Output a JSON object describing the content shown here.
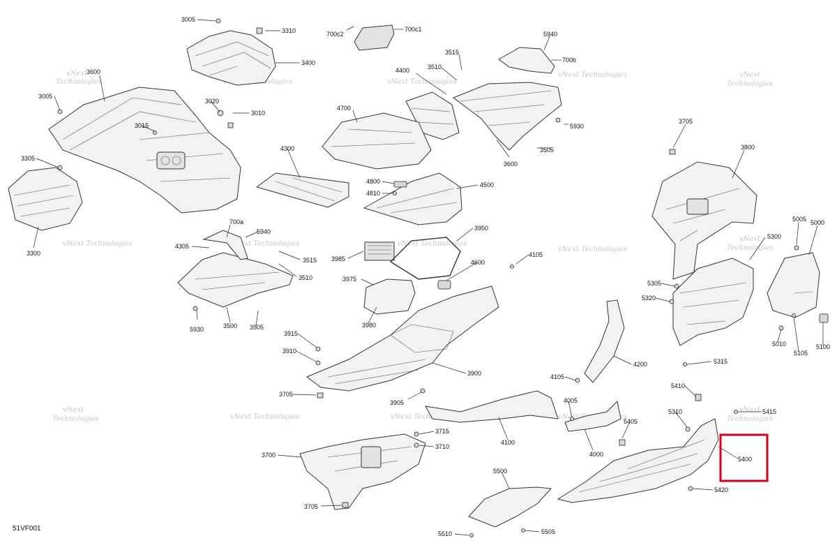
{
  "diagram_code": "51VF001",
  "watermark": {
    "line1": "vNext",
    "line2": "Technologies",
    "full": "vNext Technologies"
  },
  "highlight": {
    "target_label": "5400",
    "color": "#d0021b"
  },
  "labels": {
    "l3005a": "3005",
    "l3310": "3310",
    "l3400": "3400",
    "l3600t": "3600",
    "l3005b": "3005",
    "l3020": "3020",
    "l3010": "3010",
    "l3015": "3015",
    "l3305": "3305",
    "l3300": "3300",
    "l700c2": "700c2",
    "l700c1": "700c1",
    "l5940a": "5940",
    "l700b": "700b",
    "l3515a": "3515",
    "l4400": "4400",
    "l3510a": "3510",
    "l4700": "4700",
    "l5930a": "5930",
    "l3505a": "3505",
    "l3600": "3600",
    "l4300": "4300",
    "l4800": "4800",
    "l4810": "4810",
    "l4500": "4500",
    "l3705a": "3705",
    "l3800": "3800",
    "l700a": "700a",
    "l5940b": "5940",
    "l4305": "4305",
    "l3515b": "3515",
    "l3510b": "3510",
    "l5930b": "5930",
    "l3500": "3500",
    "l3505b": "3505",
    "l3985": "3985",
    "l3950": "3950",
    "l4105a": "4105",
    "l4600": "4600",
    "l3975": "3975",
    "l3980": "3980",
    "l5005": "5005",
    "l5000": "5000",
    "l5300": "5300",
    "l5305": "5305",
    "l5320": "5320",
    "l5010": "5010",
    "l5105": "5105",
    "l5100": "5100",
    "l5315": "5315",
    "l3915": "3915",
    "l3910": "3910",
    "l3900": "3900",
    "l4200": "4200",
    "l4105b": "4105",
    "l3705b": "3705",
    "l3905": "3905",
    "l4005": "4005",
    "l5410": "5410",
    "l5310": "5310",
    "l5415": "5415",
    "l5405": "5405",
    "l3715": "3715",
    "l3710": "3710",
    "l4100": "4100",
    "l4000": "4000",
    "l3700": "3700",
    "l5400": "5400",
    "l5500": "5500",
    "l5420": "5420",
    "l3705c": "3705",
    "l5510": "5510",
    "l5505": "5505"
  }
}
